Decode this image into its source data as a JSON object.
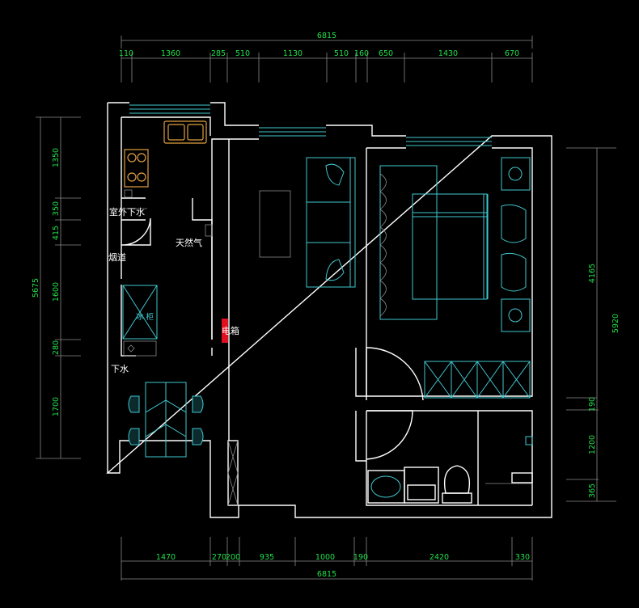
{
  "dimensions": {
    "top_total": "6815",
    "top_segments": [
      "110",
      "1360",
      "285",
      "510",
      "1130",
      "510",
      "160",
      "650",
      "1430",
      "670"
    ],
    "bottom_segments": [
      "1470",
      "270",
      "200",
      "935",
      "1000",
      "190",
      "2420",
      "330"
    ],
    "bottom_total": "6815",
    "left_total": "5675",
    "left_segments": [
      "1350",
      "350",
      "415",
      "1600",
      "280",
      "1700"
    ],
    "right_upper": "4165",
    "right_total": "5920",
    "right_segments": [
      "190",
      "1200",
      "365"
    ]
  },
  "room_labels": {
    "outdoor_drain": "室外下水",
    "flue": "烟道",
    "gas": "天然气",
    "electric_box": "电箱",
    "drain": "下水",
    "fridge_text": "冰\n柜"
  },
  "colors": {
    "background": "#000000",
    "wall": "#ffffff",
    "dimension": "#22e04a",
    "furniture": "#3fc7cf",
    "sink": "#e0a040",
    "electric_box": "#e01020"
  }
}
